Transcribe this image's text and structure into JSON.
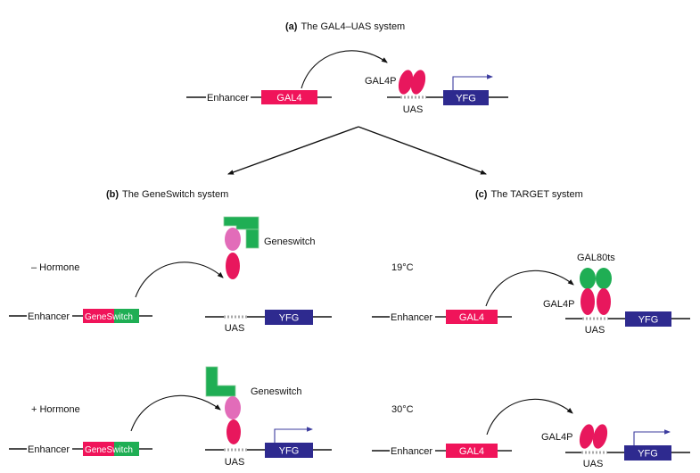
{
  "colors": {
    "gal4": "#e8175d",
    "gal4_box": "#f0145a",
    "yfg": "#2e2a8f",
    "geneswitch_green": "#1fae54",
    "gal80": "#1fae54",
    "ligand_pink": "#e26cb9",
    "uas": "#a8a8a8"
  },
  "panels": {
    "a": {
      "letter": "(a)",
      "title": "The GAL4–UAS system",
      "enhancer": "Enhancer",
      "gal4": "GAL4",
      "gal4p": "GAL4P",
      "uas": "UAS",
      "yfg": "YFG"
    },
    "b": {
      "letter": "(b)",
      "title": "The GeneSwitch system",
      "minus_condition": "– Hormone",
      "plus_condition": "+ Hormone",
      "geneswitch_label_top": "Geneswitch",
      "geneswitch_label_bottom": "Geneswitch",
      "enhancer_top": "Enhancer",
      "enhancer_bottom": "Enhancer",
      "transgene_part1_top": "GeneSw",
      "transgene_part2_top": "itch",
      "transgene_part1_bottom": "GeneSw",
      "transgene_part2_bottom": "itch",
      "uas_top": "UAS",
      "uas_bottom": "UAS",
      "yfg_top": "YFG",
      "yfg_bottom": "YFG"
    },
    "c": {
      "letter": "(c)",
      "title": "The TARGET system",
      "low_temp": "19°C",
      "high_temp": "30°C",
      "gal80ts": "GAL80ts",
      "gal4p_top": "GAL4P",
      "gal4p_bottom": "GAL4P",
      "enhancer_top": "Enhancer",
      "enhancer_bottom": "Enhancer",
      "gal4_top": "GAL4",
      "gal4_bottom": "GAL4",
      "uas_top": "UAS",
      "uas_bottom": "UAS",
      "yfg_top": "YFG",
      "yfg_bottom": "YFG"
    }
  }
}
